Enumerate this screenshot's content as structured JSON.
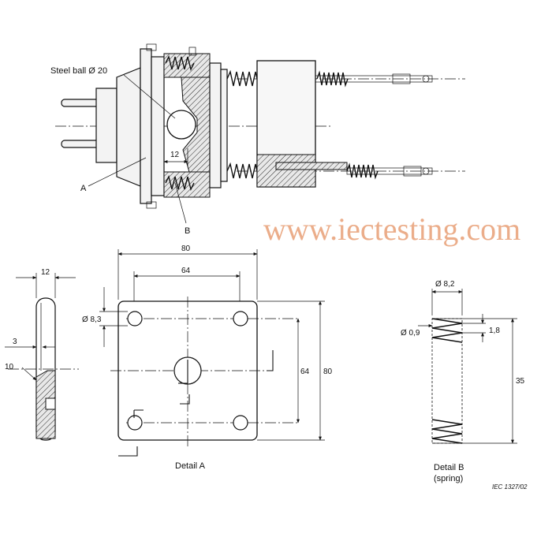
{
  "labels": {
    "steel_ball": "Steel ball Ø 20",
    "part_a": "A",
    "part_b": "B",
    "detail_a": "Detail A",
    "detail_b_line1": "Detail B",
    "detail_b_line2": "(spring)",
    "figure_ref": "IEC   1327/02"
  },
  "watermark": "www.iectesting.com",
  "dimensions": {
    "top_gap": "12",
    "side_width": "12",
    "side_3": "3",
    "side_10": "10",
    "plate_width": "80",
    "hole_spacing_h": "64",
    "hole_dia": "Ø 8,3",
    "hole_spacing_v": "64",
    "plate_height": "80",
    "spring_od": "Ø 8,2",
    "wire_dia": "Ø 0,9",
    "pitch": "1,8",
    "spring_length": "35"
  },
  "colors": {
    "watermark": "#e9a27a",
    "line": "#111111"
  }
}
